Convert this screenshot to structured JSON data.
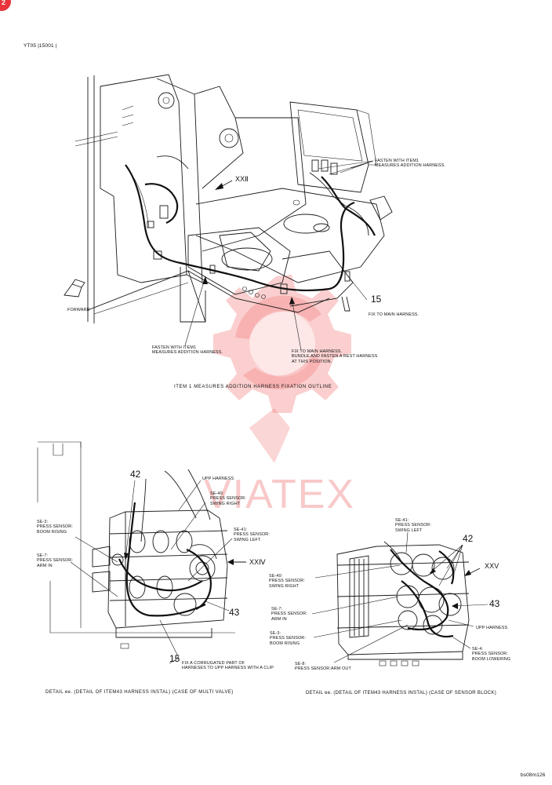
{
  "header": {
    "corner_badge": "2",
    "doc_code": "YT05 |15001 |"
  },
  "top_diagram": {
    "view_label": "XXⅡ",
    "forward_label": "FORWARD",
    "item_number": "15",
    "callouts": [
      "FASTEN WITH ITEM1\nMEASURES ADDITION HARNESS.",
      "FIX TO MAIN HARNESS.",
      "FASTEN WITH ITEM1\nMEASURES ADDITION HARNESS.",
      "FIX TO MAIN HARNESS.\nBUNDLE AND FASTEN A REST HARNESS\nAT THIS POSITION."
    ],
    "caption": "ITEM 1 MEASURES ADDITION HARNESS FIXATION OUTLINE"
  },
  "watermark": {
    "text": "VIATEX",
    "color": "#f08a8a"
  },
  "left_detail": {
    "view_label": "XXⅣ",
    "item_42": "42",
    "item_43": "43",
    "item_15": "15",
    "labels": {
      "upp": "UPP HARNESS",
      "se40": "SE-40:\nPRESS SENSOR:\nSWING RIGHT",
      "se41": "SE-41:\nPRESS SENSOR:\nSWING LEFT",
      "se3": "SE-3:\nPRESS SENSOR:\nBOOM RISING",
      "se7": "SE-7:\nPRESS SENSOR:\nARM IN",
      "fix": "FIX A CORRUGATED PART OF\nHARNESES TO UPP HARNESS WITH A CLIP"
    },
    "caption": "DETAIL ee. (DETAIL OF ITEM43 HARNESS INSTAL) (CASE OF MULTI VALVE)"
  },
  "right_detail": {
    "view_label": "XXV",
    "item_42": "42",
    "item_43": "43",
    "labels": {
      "se41": "SE-41:\nPRESS SENSOR:\nSWING LEFT",
      "se40": "SE-40:\nPRESS SENSOR:\nSWING RIGHT",
      "se7": "SE-7:\nPRESS SENSOR:\nARM IN",
      "upp": "UPP HARNESS",
      "se3": "SE-3:\nPRESS SENSOR:\nBOOM RISING",
      "se4": "SE-4:\nPRESS SENSOR:\nBOOM LOWERING",
      "se8": "SE-8:\nPRESS SENSOR:ARM OUT"
    },
    "caption": "DETAIL ee. (DETAIL OF ITEM43 HARNESS INSTAL) (CASE OF SENSOR BLOCK)"
  },
  "footer": {
    "drawing_id": "bs08m126"
  }
}
